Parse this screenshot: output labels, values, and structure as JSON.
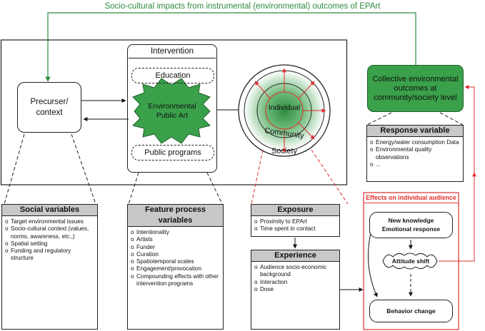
{
  "top_label": "Socio-cultural impacts from instrumental (environmental) outcomes of EPArt",
  "precursor": "Precurser/ context",
  "intervention": {
    "title": "Intervention",
    "education": "Education",
    "epa": "Environmental Public Art",
    "public_programs": "Public programs"
  },
  "circles": {
    "individual": "Individual",
    "community": "Community",
    "society": "Society"
  },
  "collective": "Collective environmental outcomes at community/society level",
  "response": {
    "title": "Response variable",
    "items": [
      "Energy/water consumption Data",
      "Environmental quality observations",
      "..."
    ]
  },
  "social": {
    "title": "Social variables",
    "items": [
      "Target environmental issues",
      "Socio-cultural context (values, norms, awareness, etc.,)",
      "Spatial setting",
      "Funding and regulatory structure"
    ]
  },
  "feature": {
    "title": "Feature process variables",
    "items": [
      "Intentionality",
      "Artists",
      "Funder",
      "Curation",
      "Spatiotemporal scales",
      "Engagement/provocation",
      "Compounding effects with other intervention programs"
    ]
  },
  "exposure": {
    "title": "Exposure",
    "items": [
      "Proximity to EPArt",
      "Time spent in contact"
    ]
  },
  "experience": {
    "title": "Experience",
    "items": [
      "Audience socio-economic background",
      "Interaction",
      "Dose"
    ]
  },
  "effects": {
    "title": "Effects on individual audience",
    "knowledge": "New knowledge",
    "emotional": "Emotional response",
    "attitude": "Attitude shift",
    "behavior": "Behavior change"
  },
  "colors": {
    "green": "#2d8b3f",
    "green_fill": "#3aa14a",
    "red": "#e03030",
    "header_gray": "#c8c8c8"
  }
}
